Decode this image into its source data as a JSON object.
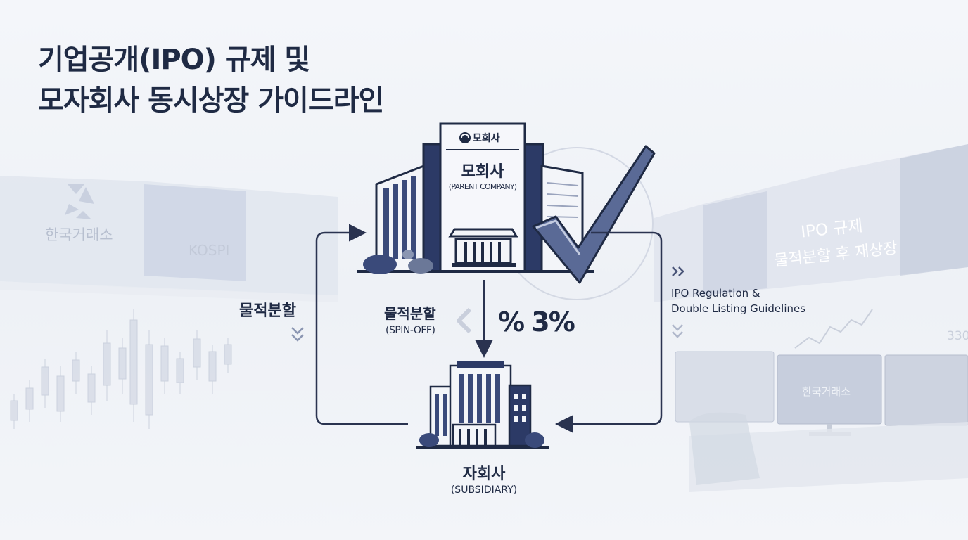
{
  "title": {
    "line1": "기업공개(IPO) 규제 및",
    "line2": "모자회사 동시상장 가이드라인"
  },
  "background": {
    "left_screen_label": "한국거래소",
    "left_kospi": "KOSPI",
    "right_screen_line1": "IPO 규제",
    "right_screen_line2": "물적분할 후 재상장",
    "right_monitor_label": "한국거래소",
    "right_number": "330"
  },
  "parent": {
    "sign_label": "모회사",
    "name": "모회사",
    "subtitle": "(PARENT COMPANY)"
  },
  "subsidiary": {
    "name": "자회사",
    "subtitle": "(SUBSIDIARY)"
  },
  "spin_off": {
    "left_label": "물적분할",
    "center_label": "물적분할",
    "center_subtitle": "(SPIN-OFF)",
    "percent_text": "% 3%"
  },
  "guideline": {
    "line1": "IPO Regulation &",
    "line2": "Double Listing Guidelines"
  },
  "colors": {
    "navy": "#1f2a44",
    "navy_fill": "#3a4a7a",
    "light_fill": "#e6e9f2",
    "arrow": "#2a3350"
  }
}
